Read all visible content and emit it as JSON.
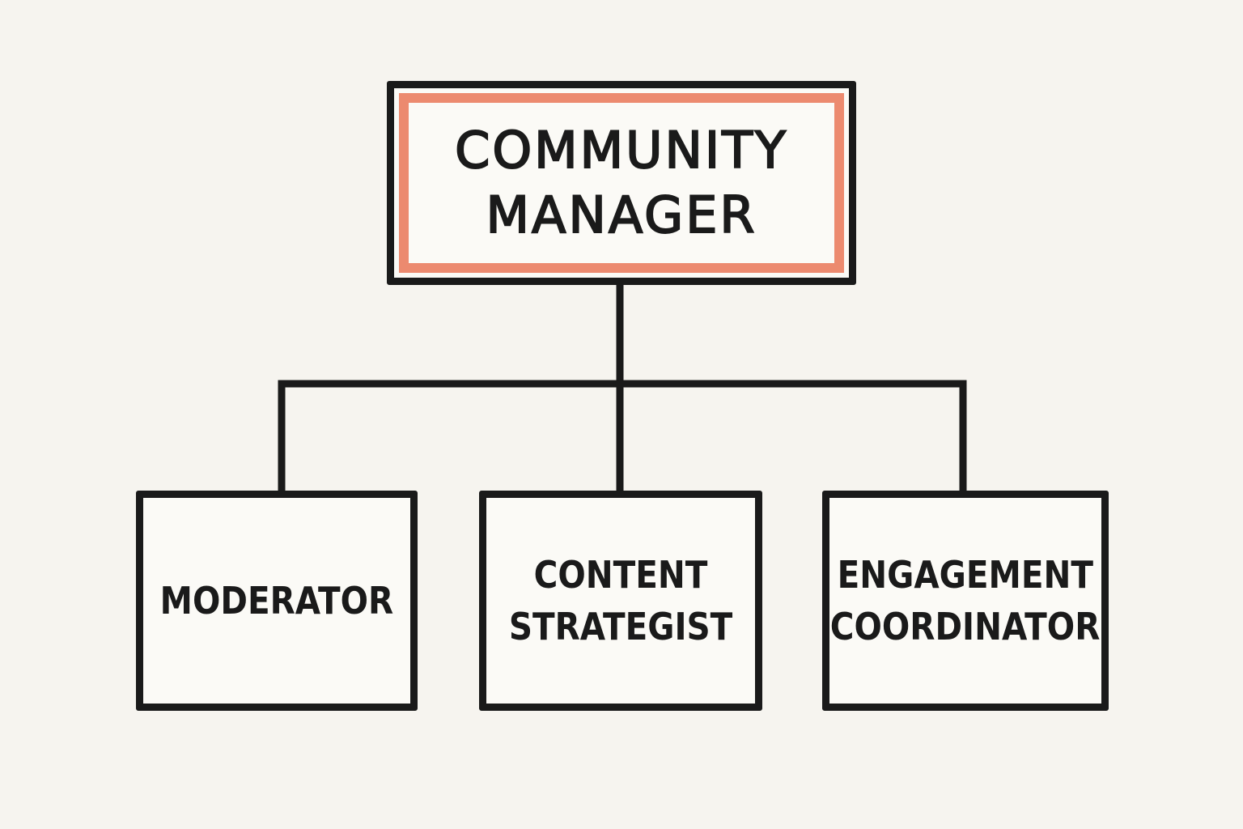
{
  "root": {
    "lines": [
      "COMMUNITY",
      "MANAGER"
    ]
  },
  "children": [
    {
      "lines": [
        "MODERATOR"
      ]
    },
    {
      "lines": [
        "CONTENT",
        "STRATEGIST"
      ]
    },
    {
      "lines": [
        "ENGAGEMENT",
        "COORDINATOR"
      ]
    }
  ],
  "colors": {
    "background": "#f6f4ef",
    "ink": "#1a1a1a",
    "accent": "#ec8a6f"
  }
}
